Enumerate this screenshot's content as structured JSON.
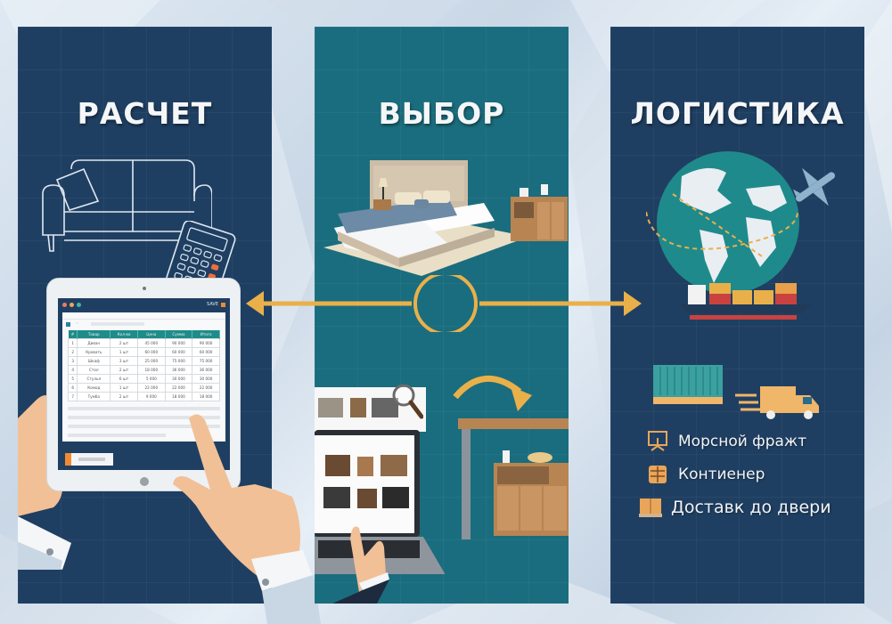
{
  "colors": {
    "navy_panel": "#1f3f62",
    "teal_panel": "#1a6d7e",
    "accent_gold": "#e9b04a",
    "accent_orange": "#f08a32",
    "title_text": "#f4f6f8"
  },
  "panels": [
    {
      "id": "calculation",
      "title": "РАСЧЕТ",
      "illustration": [
        "sofa-outline-icon",
        "calculator-icon",
        "tablet-with-spreadsheet",
        "hands"
      ]
    },
    {
      "id": "selection",
      "title": "ВЫБОР",
      "illustration": [
        "bed-icon",
        "cabinet-icon",
        "laptop-catalog",
        "magnifier-icon",
        "curved-arrow-icon"
      ]
    },
    {
      "id": "logistics",
      "title": "ЛОГИСТИКА",
      "illustration": [
        "globe-icon",
        "airplane-icon",
        "container-ship-icon",
        "shipping-container-icon",
        "delivery-truck-icon"
      ],
      "items": [
        {
          "icon": "sea-freight-icon",
          "label": "Морсной фражт"
        },
        {
          "icon": "container-boxes-icon",
          "label": "Контиенер"
        },
        {
          "icon": "door-delivery-box-icon",
          "label": "Доставк до двери"
        }
      ]
    }
  ],
  "tablet": {
    "table_header": [
      "#",
      "Товар",
      "Кол-во",
      "Цена",
      "Сумма",
      "Итого"
    ],
    "rows": [
      [
        "1",
        "Диван",
        "2 шт",
        "45 000",
        "90 000",
        "90 000"
      ],
      [
        "2",
        "Кровать",
        "1 шт",
        "60 000",
        "60 000",
        "60 000"
      ],
      [
        "3",
        "Шкаф",
        "3 шт",
        "25 000",
        "75 000",
        "75 000"
      ],
      [
        "4",
        "Стол",
        "2 шт",
        "18 000",
        "36 000",
        "36 000"
      ],
      [
        "5",
        "Стулья",
        "6 шт",
        "5 000",
        "30 000",
        "30 000"
      ],
      [
        "6",
        "Комод",
        "1 шт",
        "22 000",
        "22 000",
        "22 000"
      ],
      [
        "7",
        "Тумба",
        "2 шт",
        "9 000",
        "18 000",
        "18 000"
      ]
    ],
    "topbar_label": "SAVE"
  },
  "connector": {
    "type": "double-arrow-with-ring"
  }
}
